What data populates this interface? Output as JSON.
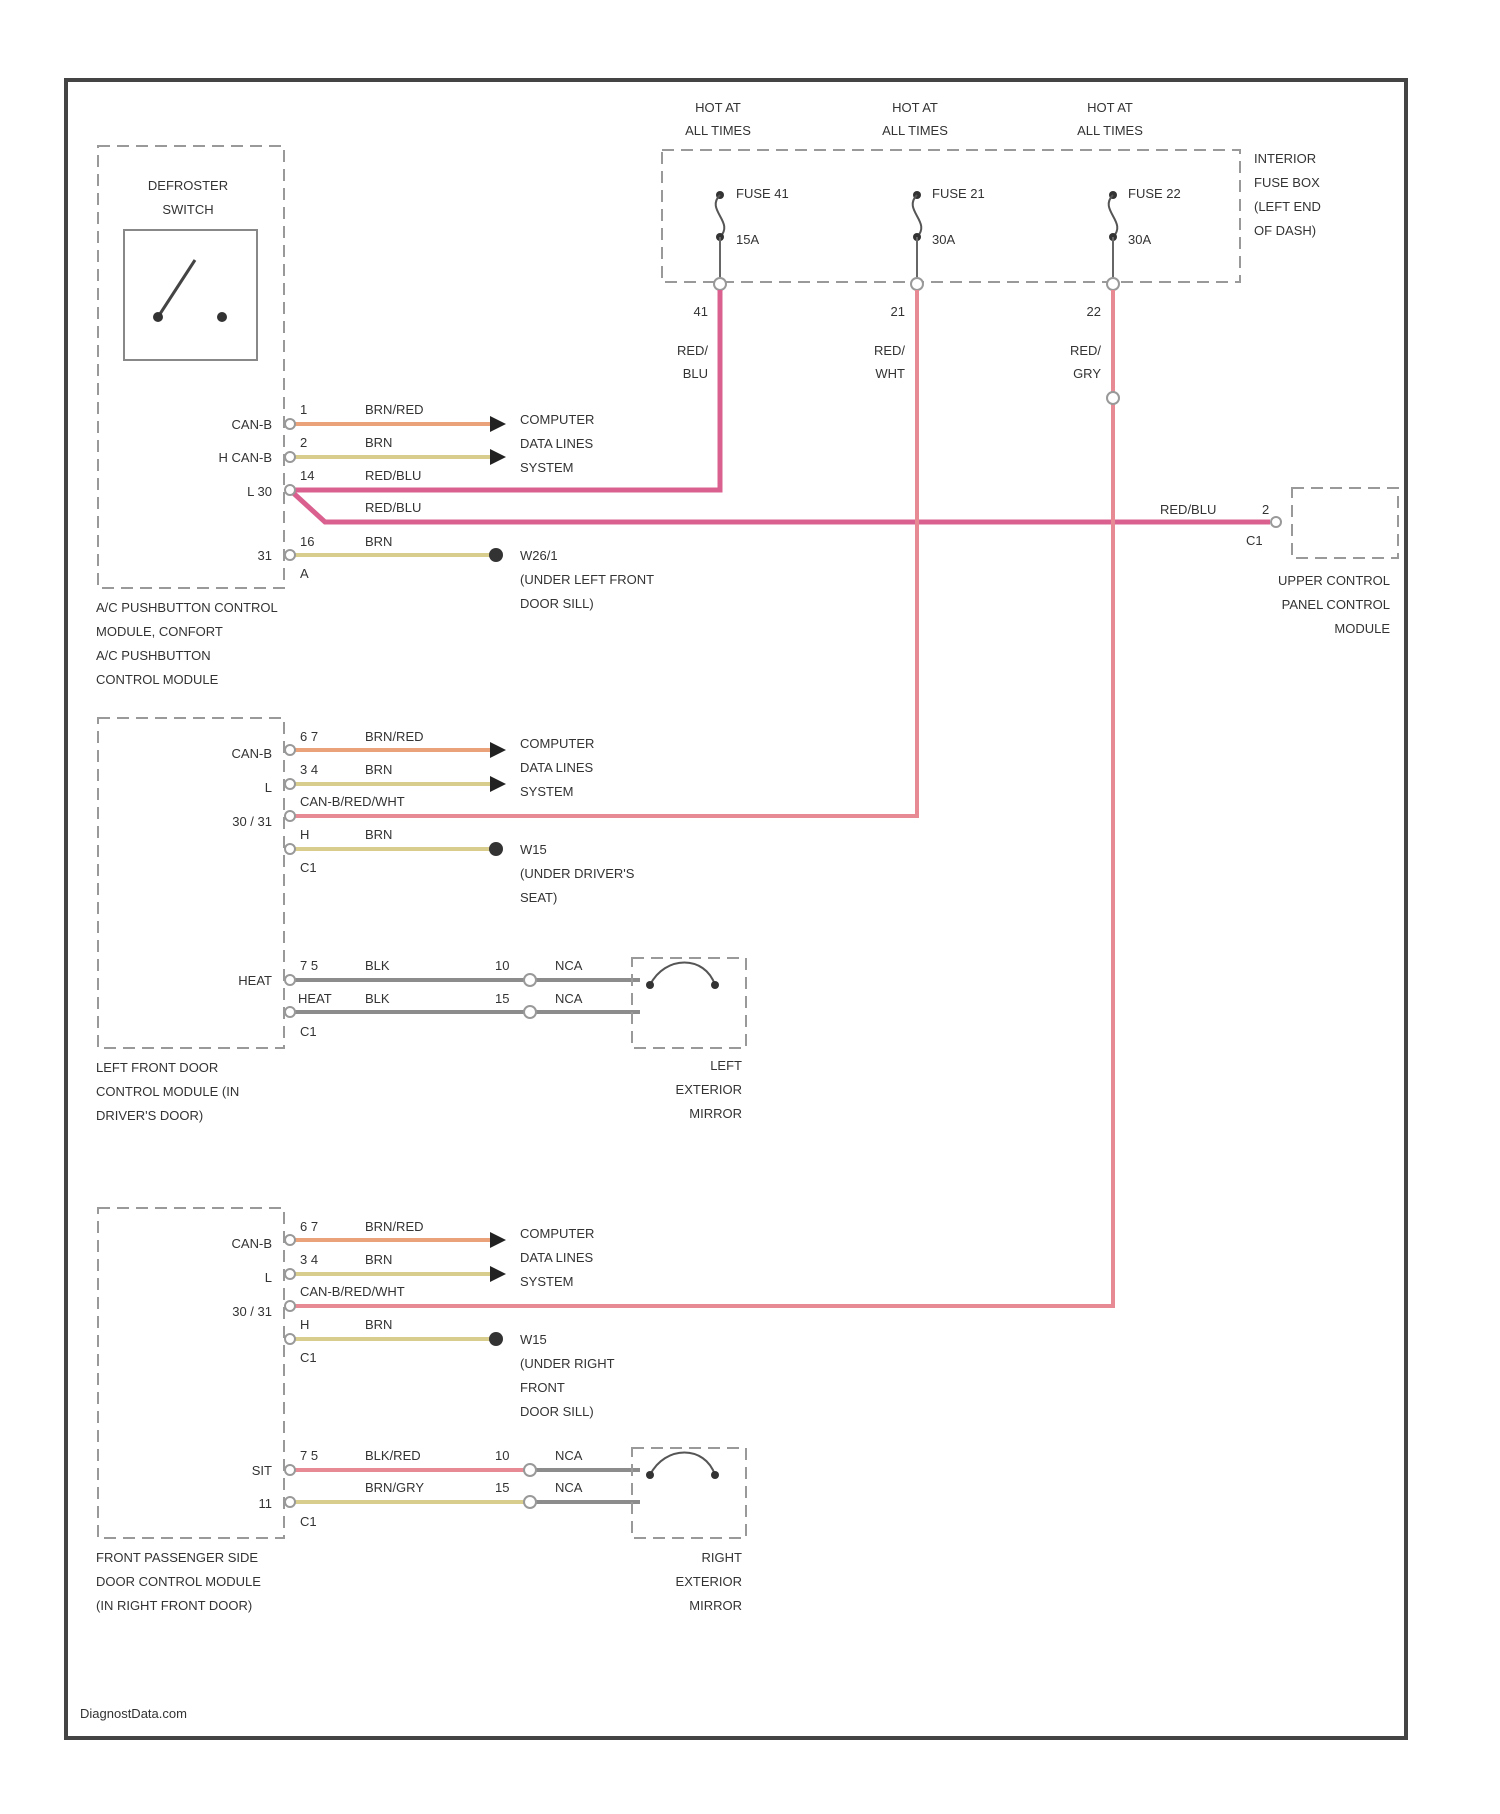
{
  "hot_labels": [
    "HOT AT ALL TIMES",
    "HOT AT ALL TIMES",
    "HOT AT ALL TIMES"
  ],
  "fuses": [
    {
      "name": "FUSE 41",
      "rating": "15A",
      "terminal": "41",
      "wire": "RED/ BLU"
    },
    {
      "name": "FUSE 21",
      "rating": "30A",
      "terminal": "21",
      "wire": "RED/ WHT"
    },
    {
      "name": "FUSE 22",
      "rating": "30A",
      "terminal": "22",
      "wire": "RED/ GRY"
    }
  ],
  "fuse_box": "INTERIOR FUSE BOX (LEFT END OF DASH)",
  "defroster_switch": "DEFROSTER SWITCH",
  "module1": {
    "name": "A/C PUSHBUTTON CONTROL MODULE, CONFORT A/C PUSHBUTTON CONTROL MODULE",
    "pins": [
      {
        "label": "CAN-B",
        "pin": "1",
        "wire": "BRN/RED"
      },
      {
        "label": "H CAN-B",
        "pin": "2",
        "wire": "BRN"
      },
      {
        "label": "L 30",
        "pin": "14",
        "wire": "RED/BLU"
      },
      {
        "label": "",
        "pin": "",
        "wire": "RED/BLU"
      },
      {
        "label": "31",
        "pin": "16",
        "wire": "BRN"
      },
      {
        "label": "",
        "pin": "A",
        "wire": ""
      }
    ],
    "dest_data": "COMPUTER DATA LINES SYSTEM",
    "dest_ground": "W26/1 (UNDER LEFT FRONT DOOR SILL)"
  },
  "upper_module": {
    "name": "UPPER CONTROL PANEL CONTROL MODULE",
    "wire": "RED/BLU",
    "pin": "2",
    "conn": "C1"
  },
  "module2": {
    "name": "LEFT FRONT DOOR CONTROL MODULE (IN DRIVER'S DOOR)",
    "pins": [
      {
        "label": "CAN-B",
        "pin": "6 7",
        "wire": "BRN/RED"
      },
      {
        "label": "L",
        "pin": "3 4",
        "wire": "BRN"
      },
      {
        "label": "30 / 31",
        "pin": "",
        "wire": "CAN-B/RED/WHT"
      },
      {
        "label": "",
        "pin": "H",
        "wire": "BRN"
      },
      {
        "label": "",
        "pin": "C1",
        "wire": ""
      }
    ],
    "dest_data": "COMPUTER DATA LINES SYSTEM",
    "dest_ground": "W15 (UNDER DRIVER'S SEAT)",
    "heat": [
      {
        "label": "HEAT",
        "pin": "7 5",
        "wire": "BLK",
        "conn": "10",
        "wire2": "NCA"
      },
      {
        "label": "HEAT",
        "pin": "",
        "wire": "BLK",
        "conn": "15",
        "wire2": "NCA"
      }
    ],
    "heat_conn": "C1",
    "mirror": "LEFT EXTERIOR MIRROR"
  },
  "module3": {
    "name": "FRONT PASSENGER SIDE DOOR CONTROL MODULE (IN RIGHT FRONT DOOR)",
    "pins": [
      {
        "label": "CAN-B",
        "pin": "6 7",
        "wire": "BRN/RED"
      },
      {
        "label": "L",
        "pin": "3 4",
        "wire": "BRN"
      },
      {
        "label": "30 / 31",
        "pin": "",
        "wire": "CAN-B/RED/WHT"
      },
      {
        "label": "",
        "pin": "H",
        "wire": "BRN"
      },
      {
        "label": "",
        "pin": "C1",
        "wire": ""
      }
    ],
    "dest_data": "COMPUTER DATA LINES SYSTEM",
    "dest_ground": "W15 (UNDER RIGHT FRONT DOOR SILL)",
    "heat": [
      {
        "label": "SIT",
        "pin": "7 5",
        "wire": "BLK/RED",
        "conn": "10",
        "wire2": "NCA"
      },
      {
        "label": "11",
        "pin": "",
        "wire": "BRN/GRY",
        "conn": "15",
        "wire2": "NCA"
      }
    ],
    "heat_conn": "C1",
    "mirror": "RIGHT EXTERIOR MIRROR"
  },
  "footer": "DiagnostData.com"
}
